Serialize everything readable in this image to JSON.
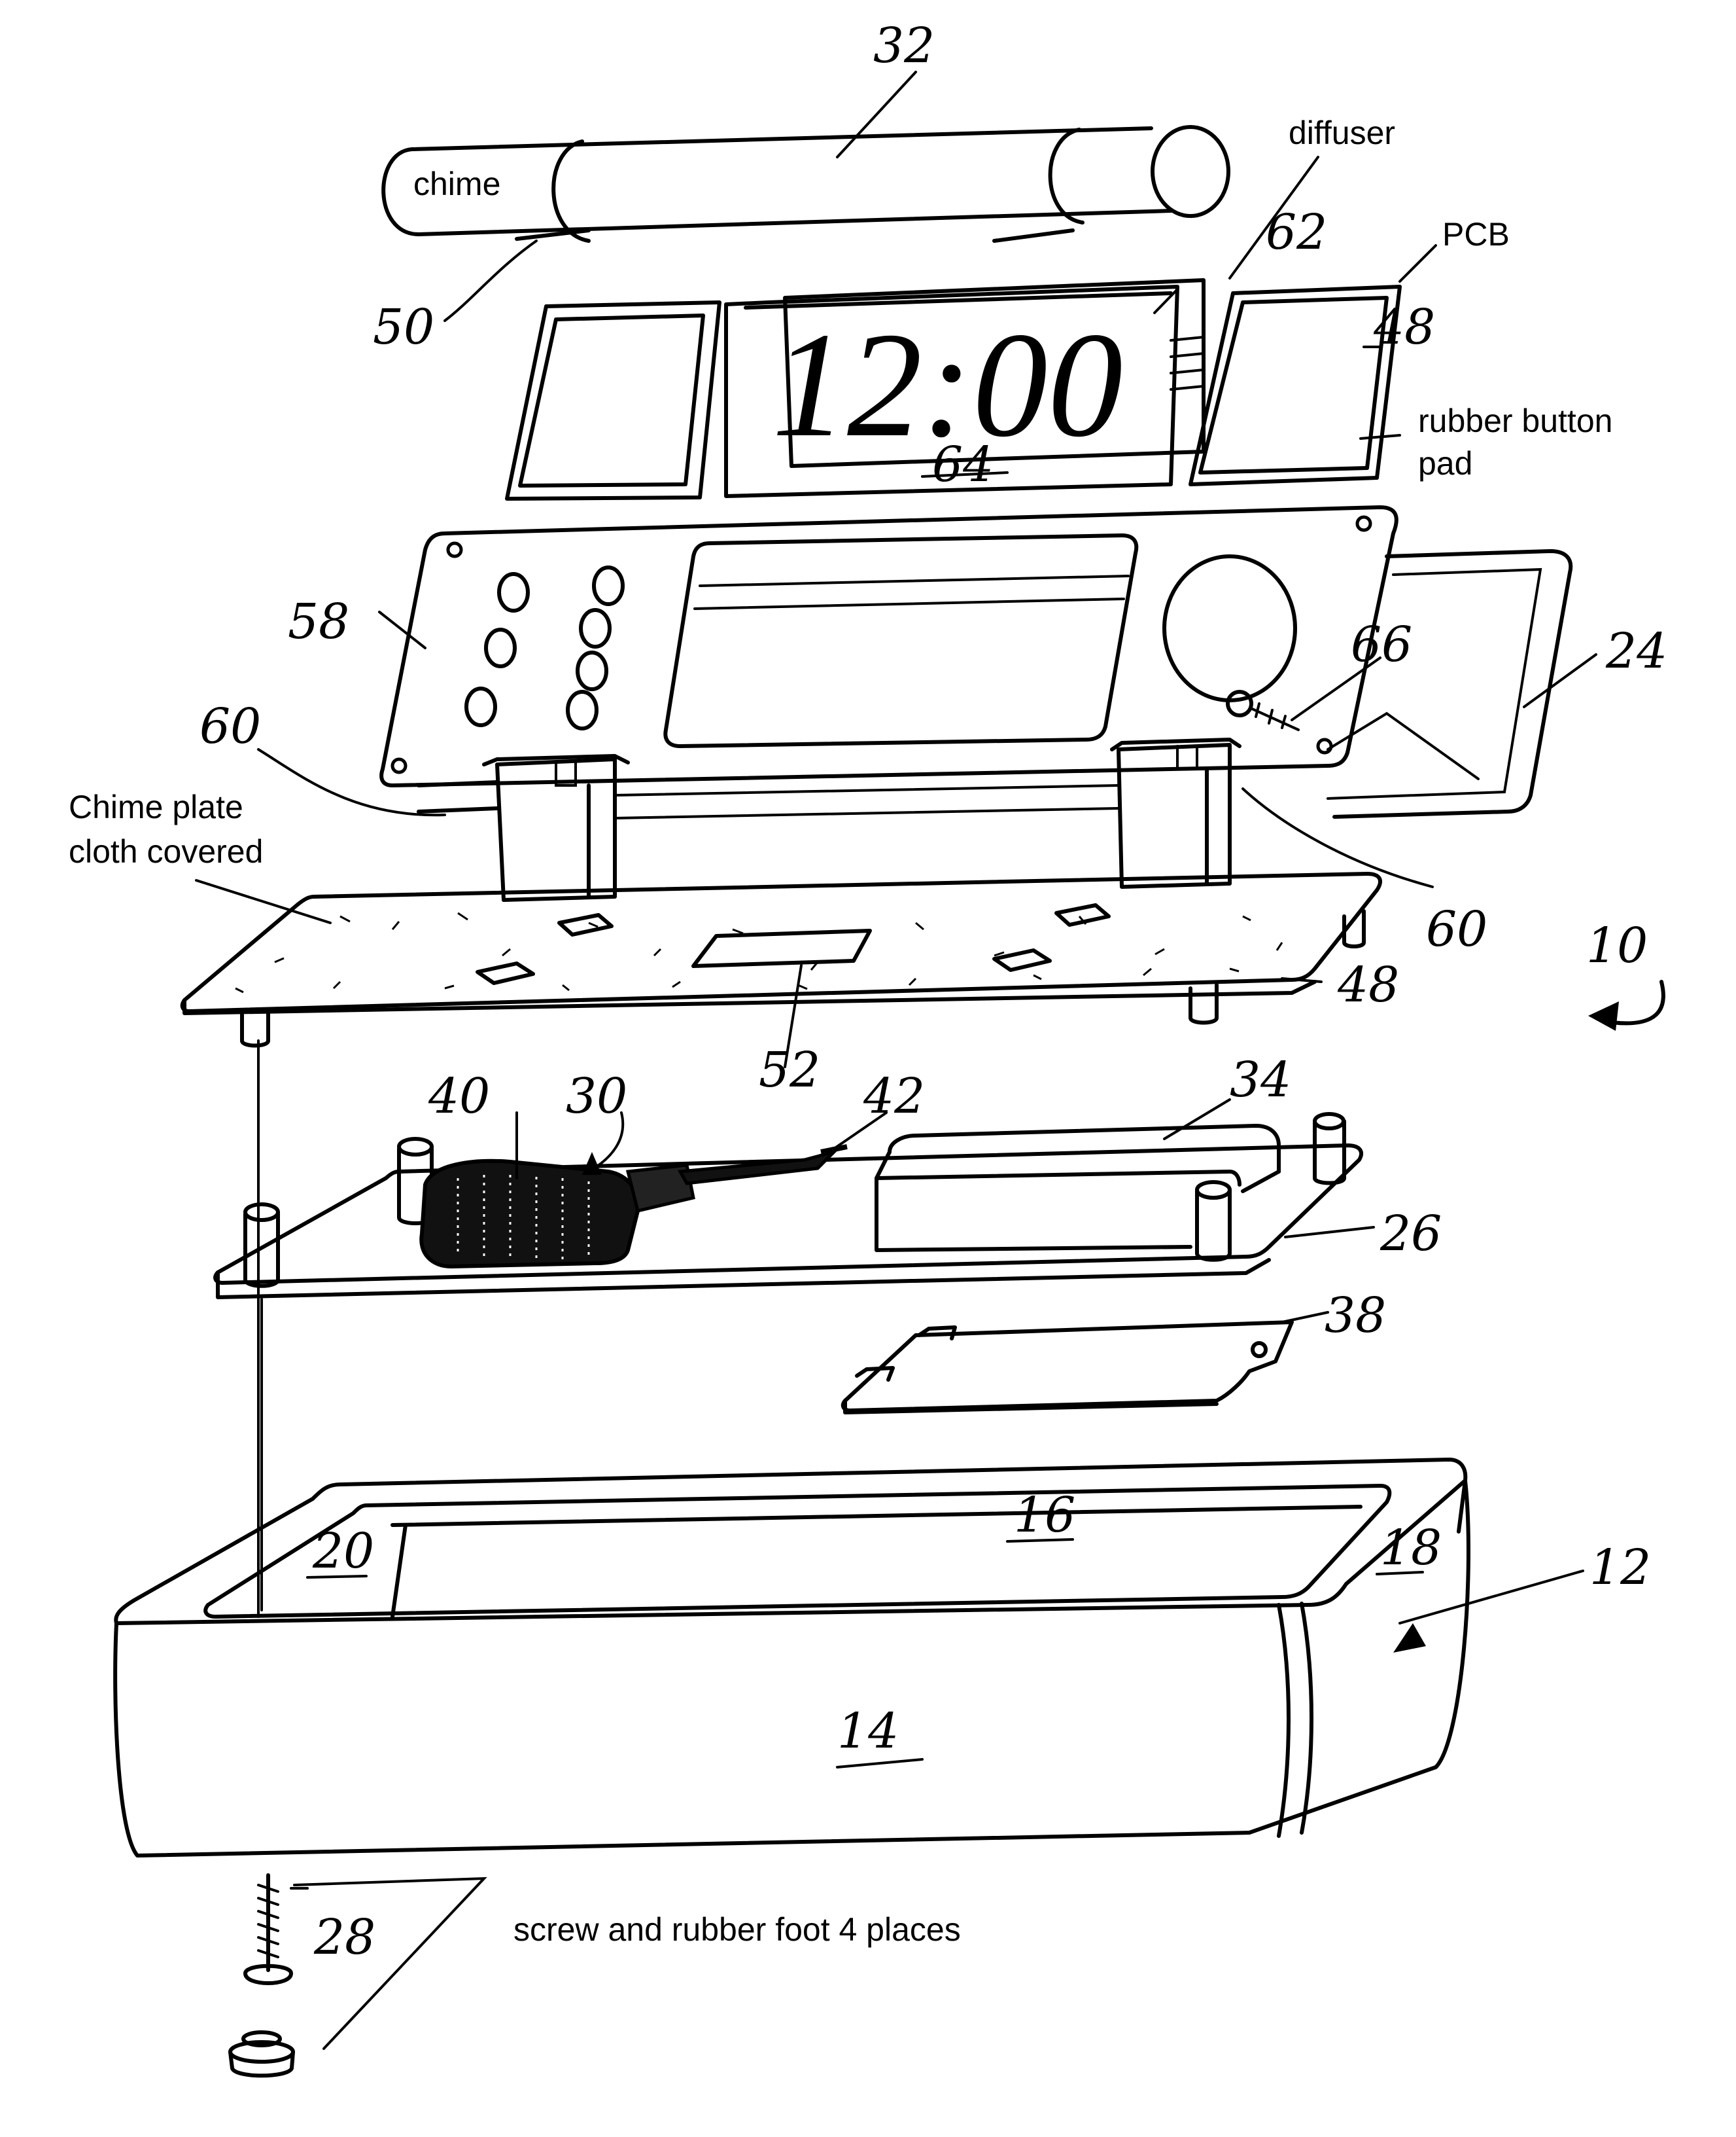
{
  "labels": {
    "chime": "chime",
    "diffuser": "diffuser",
    "pcb": "PCB",
    "rubber_button_pad_line1": "rubber button",
    "rubber_button_pad_line2": "pad",
    "chime_plate_line1": "Chime plate",
    "chime_plate_line2": "cloth covered",
    "screw_foot": "screw and rubber foot 4 places",
    "display_time": "12:00"
  },
  "refs": {
    "r32": "32",
    "r50": "50",
    "r62": "62",
    "r48a": "48",
    "r64": "64",
    "r58": "58",
    "r66": "66",
    "r24": "24",
    "r60a": "60",
    "r60b": "60",
    "r10": "10",
    "r48b": "48",
    "r52": "52",
    "r40": "40",
    "r30": "30",
    "r42": "42",
    "r34": "34",
    "r26": "26",
    "r38": "38",
    "r16": "16",
    "r20": "20",
    "r18": "18",
    "r12": "12",
    "r14": "14",
    "r28": "28"
  },
  "colors": {
    "ink": "#000000",
    "paper": "#ffffff"
  }
}
